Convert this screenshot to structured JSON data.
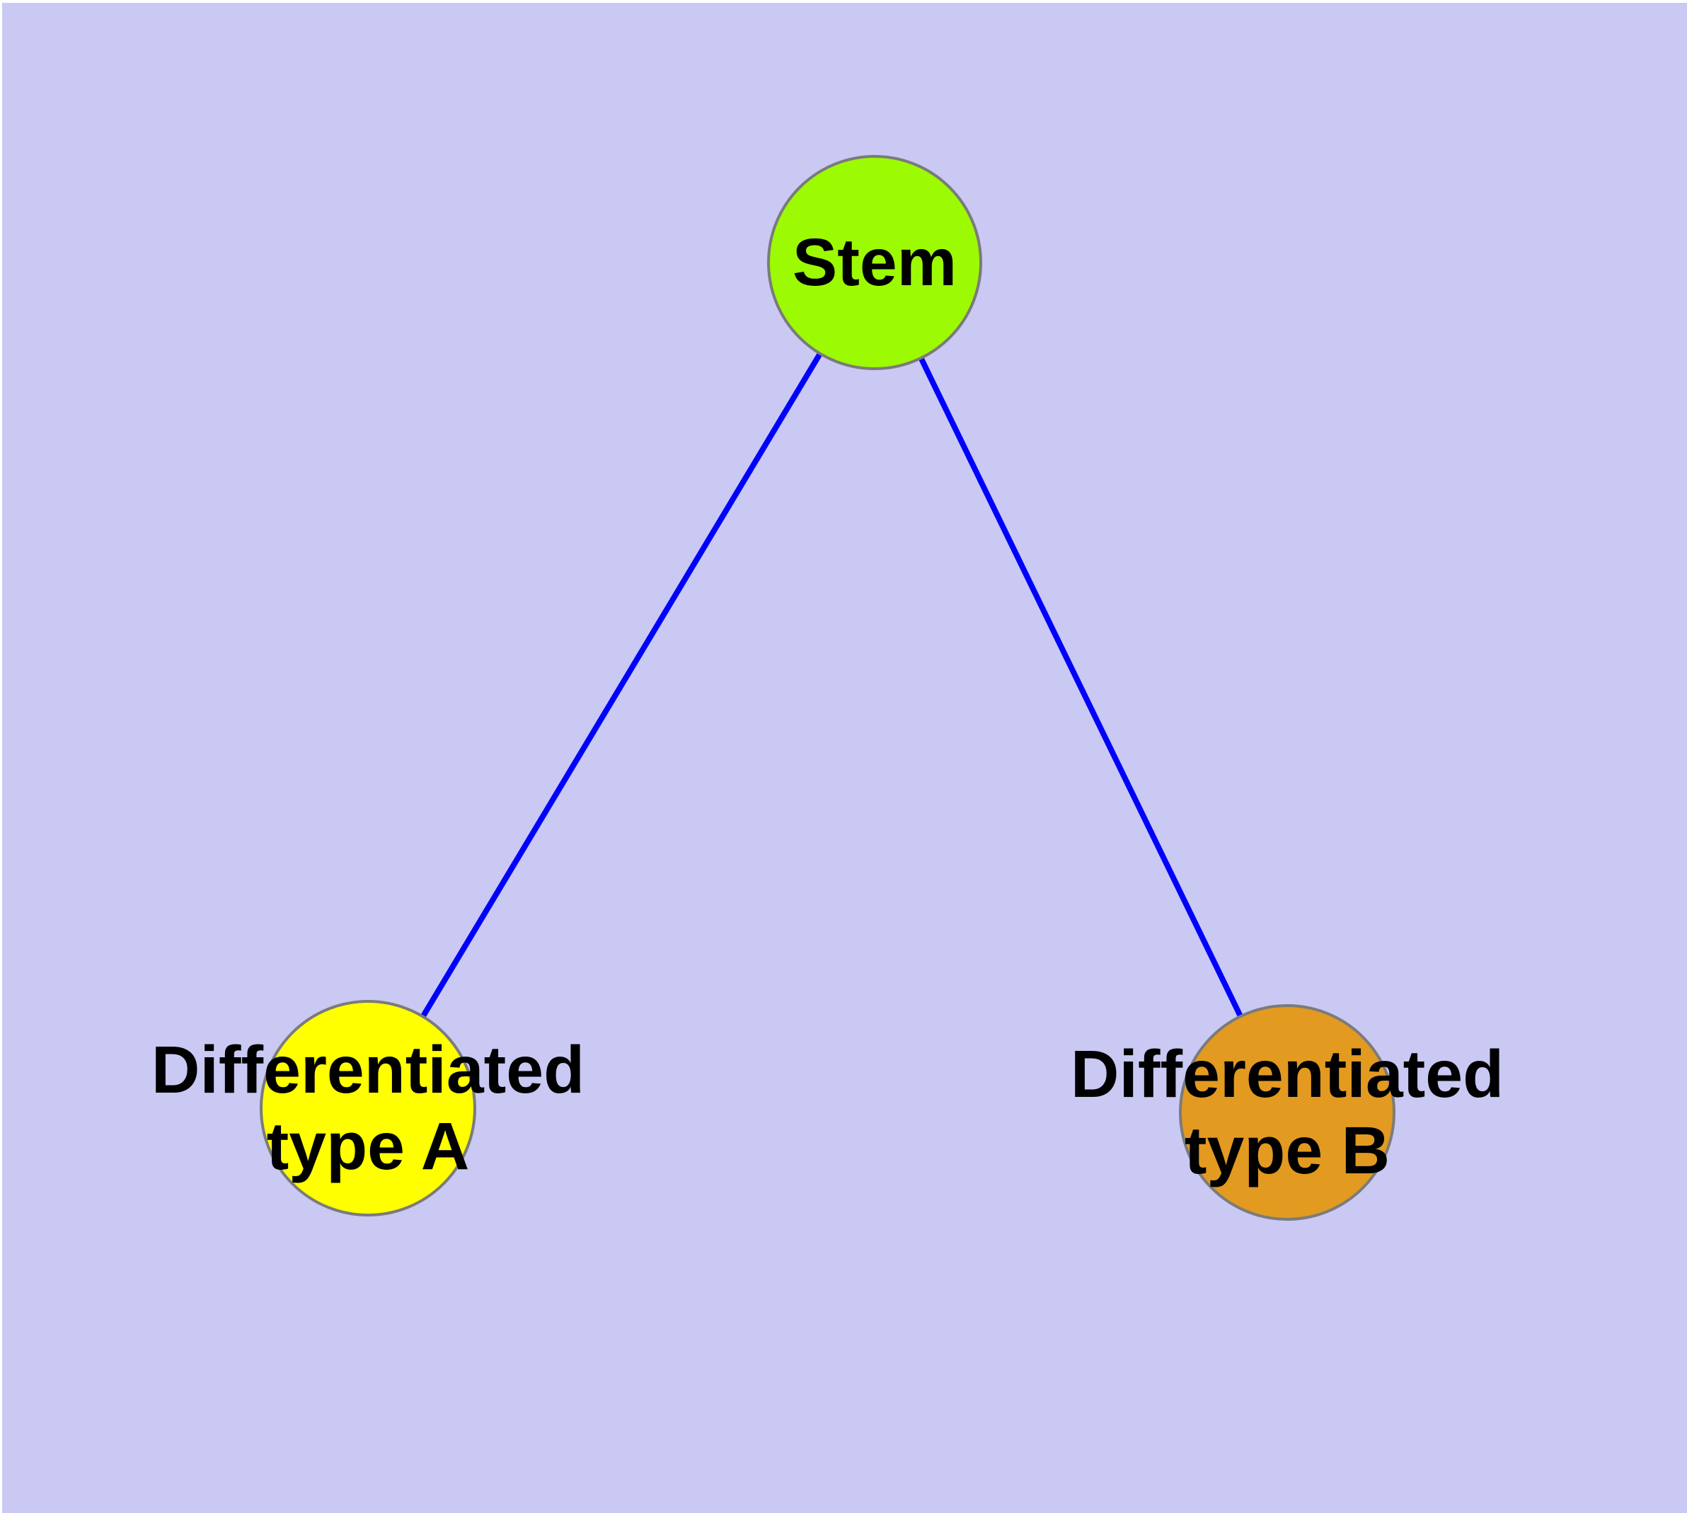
{
  "diagram": {
    "background_color": "#C9C9F4",
    "edge_color": "#0000FF",
    "node_border_color": "#7B7B7B",
    "label_color": "#000000",
    "nodes": [
      {
        "id": "stem",
        "label": "Stem",
        "color": "#9CFB02"
      },
      {
        "id": "differentiated-type-a",
        "label": "Differentiated\ntype A",
        "color": "#FFFF00"
      },
      {
        "id": "differentiated-type-b",
        "label": "Differentiated\ntype B",
        "color": "#E39A20"
      }
    ],
    "edges": [
      {
        "from": "Stem",
        "to": "Differentiated type A"
      },
      {
        "from": "Stem",
        "to": "Differentiated type B"
      }
    ]
  }
}
